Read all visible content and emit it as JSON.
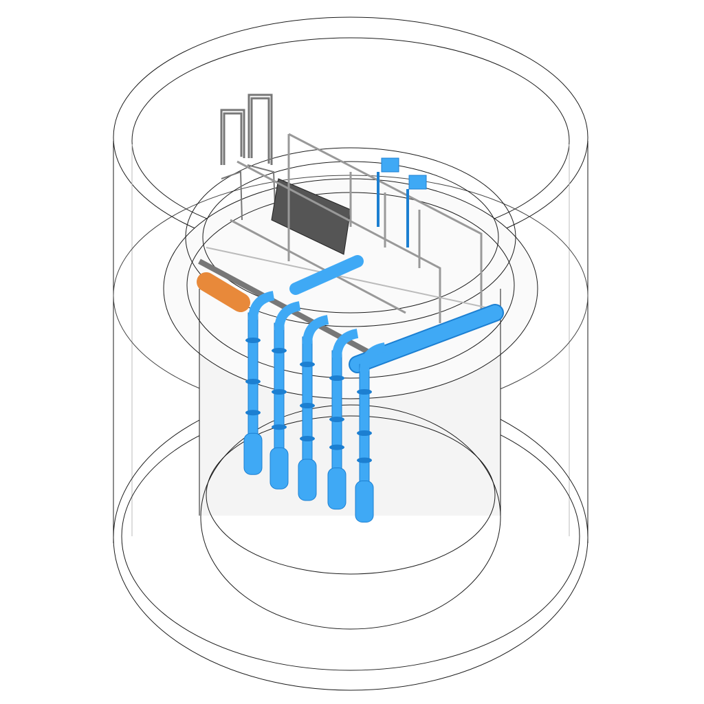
{
  "colors": {
    "background": "#ffffff",
    "outline": "#1a1a1a",
    "pipe": "#3fa9f5",
    "pipe_dark": "#1c7fd1",
    "inlet_pipe": "#e8893a",
    "grating": "#555555",
    "railing": "#9a9a9a"
  },
  "pumps": [
    {
      "id": 1,
      "length": 0.62
    },
    {
      "id": 2,
      "length": 0.72
    },
    {
      "id": 3,
      "length": 0.8
    },
    {
      "id": 4,
      "length": 0.86
    },
    {
      "id": 5,
      "length": 0.95
    }
  ]
}
